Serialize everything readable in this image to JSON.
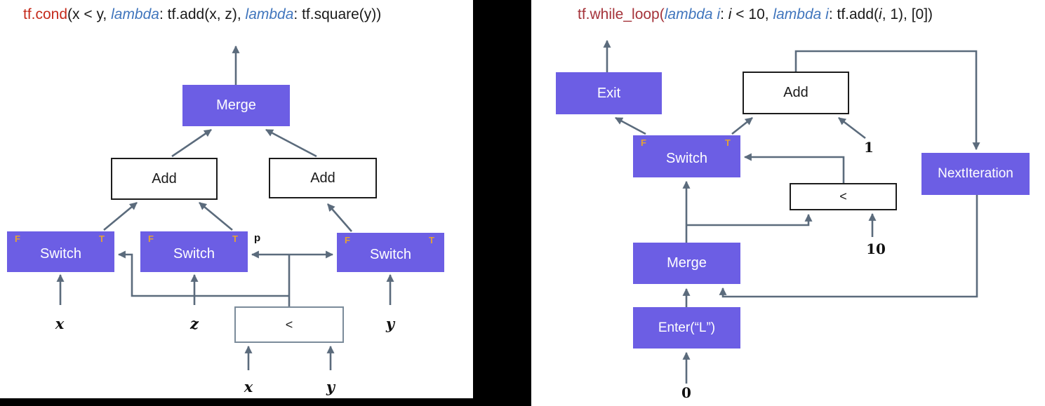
{
  "colors": {
    "node_purple": "#6c5ee4",
    "edge_gray": "#5b6b7c",
    "port_orange": "#e5a233",
    "title_red_left": "#c52b1c",
    "title_red_right": "#a5333a",
    "lambda_blue": "#4176bd"
  },
  "left": {
    "title": {
      "fn": "tf.cond",
      "p1": "(x < y, ",
      "lambda1": "lambda",
      "p2": ": tf.add(x, z), ",
      "lambda2": "lambda",
      "p3": ": tf.square(y))"
    },
    "nodes": {
      "merge": "Merge",
      "add_left": "Add",
      "add_right": "Add",
      "switch1": "Switch",
      "switch2": "Switch",
      "switch3": "Switch",
      "less": "<"
    },
    "ports": {
      "false": "F",
      "true": "T"
    },
    "pred_label": "p",
    "inputs": {
      "x_top": "x",
      "z": "z",
      "y_top": "y",
      "x_bottom": "x",
      "y_bottom": "y"
    }
  },
  "right": {
    "title": {
      "fn": "tf.while_loop(",
      "lambda1": "lambda i",
      "p1": ": ",
      "i1": "i",
      "p2": " < 10, ",
      "lambda2": "lambda i",
      "p3": ": tf.add(",
      "i2": "i",
      "p4": ", 1), [0])"
    },
    "nodes": {
      "exit": "Exit",
      "add": "Add",
      "switch": "Switch",
      "less": "<",
      "next_iteration": "NextIteration",
      "merge": "Merge",
      "enter": "Enter(“L”)"
    },
    "ports": {
      "false": "F",
      "true": "T"
    },
    "constants": {
      "one": "1",
      "ten": "10",
      "zero": "0"
    }
  }
}
